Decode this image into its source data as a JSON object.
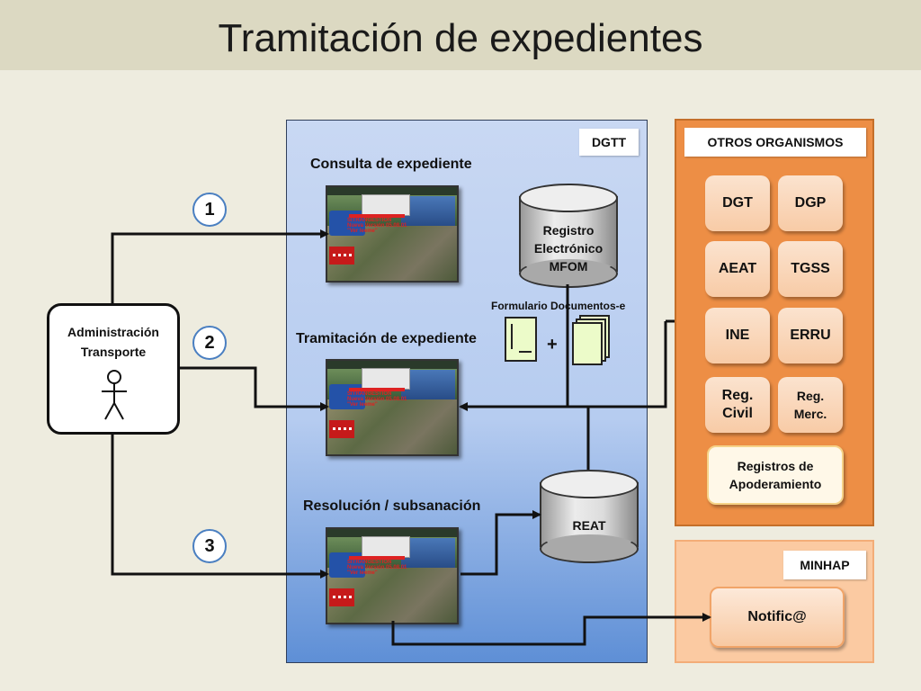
{
  "title": "Tramitación de expedientes",
  "actor": {
    "label_line1": "Administración",
    "label_line2": "Transporte"
  },
  "steps": {
    "one": "1",
    "two": "2",
    "three": "3"
  },
  "dgtt": {
    "tag": "DGTT",
    "consulta_label": "Consulta de expediente",
    "tramitacion_label": "Tramitación de expediente",
    "resolucion_label": "Resolución / subsanación",
    "registro": {
      "line1": "Registro",
      "line2": "Electrónico",
      "line3": "MFOM"
    },
    "formulario_label": "Formulario Documentos-e",
    "plus": "+",
    "reat": "REAT"
  },
  "app_screenshot": {
    "banner_title": "SITRANGESTION",
    "banner_version": "Nueva Versión 05.08.01",
    "banner_link": "\"Ver leeme\""
  },
  "otros": {
    "tag": "OTROS ORGANISMOS",
    "dgt": "DGT",
    "dgp": "DGP",
    "aeat": "AEAT",
    "tgss": "TGSS",
    "ine": "INE",
    "erru": "ERRU",
    "reg_civil_l1": "Reg.",
    "reg_civil_l2": "Civil",
    "reg_merc_l1": "Reg.",
    "reg_merc_l2": "Merc.",
    "apoderamiento_l1": "Registros de",
    "apoderamiento_l2": "Apoderamiento"
  },
  "minhap": {
    "tag": "MINHAP",
    "notifica": "Notific@"
  },
  "colors": {
    "dgtt_panel": "#b6ccf0",
    "otros_panel": "#ed8e45",
    "minhap_panel": "#fbcaa2",
    "step_circle_border": "#4a7fc1",
    "document_fill": "#ecfbc9"
  }
}
